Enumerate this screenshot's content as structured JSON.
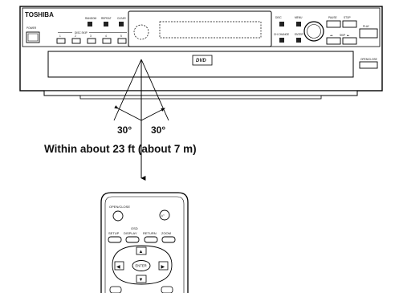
{
  "player": {
    "brand": "TOSHIBA",
    "power_label": "POWER",
    "random_label": "RANDOM",
    "repeat_label": "REPEAT",
    "clear_label": "CLEAR",
    "disc_skip_label": "DISC SKIP",
    "disc_skip_numbers": [
      "1",
      "2",
      "3",
      "4",
      "5"
    ],
    "disc_label": "DISC",
    "menu_label": "MENU",
    "ch_change_label": "CH CHANGE",
    "enter_label": "ENTER",
    "pause_label": "PAUSE",
    "stop_label": "STOP",
    "play_label": "PLAY",
    "skip_label": "SKIP",
    "open_close_label": "OPEN/CLOSE",
    "dvd_logo": "DVD"
  },
  "diagram": {
    "angle_left": "30°",
    "angle_right": "30°",
    "range_text": "Within about 23 ft (about 7 m)"
  },
  "remote": {
    "open_close": "OPEN/CLOSE",
    "power_symbol": "I/ᐤ",
    "setup": "SETUP",
    "osd_top": "OSD",
    "display": "DISPLAY",
    "return": "RETURN",
    "zoom": "ZOOM",
    "enter": "ENTER"
  }
}
